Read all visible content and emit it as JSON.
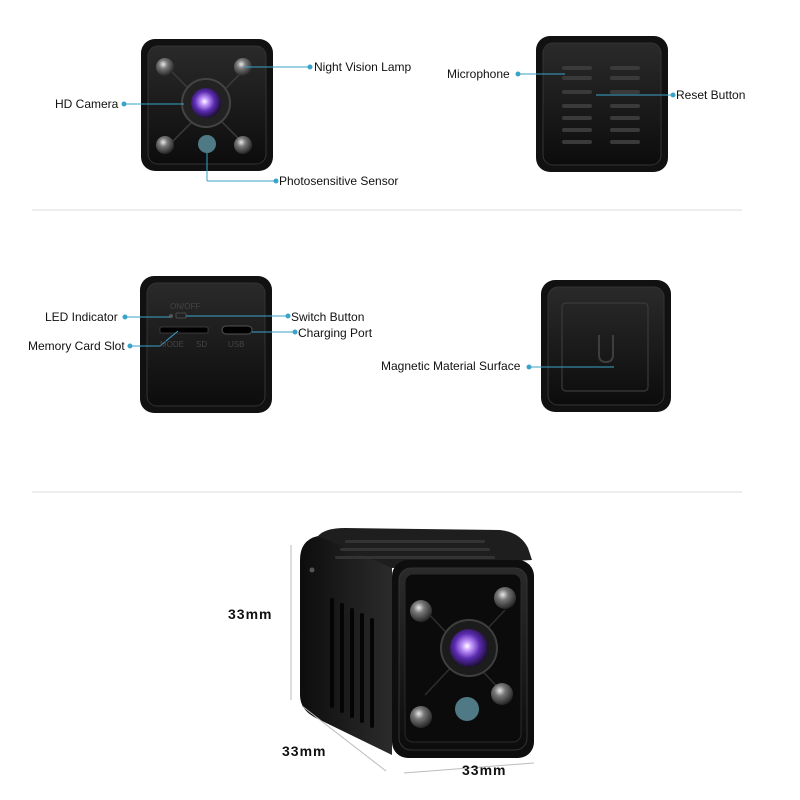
{
  "labels": {
    "hd_camera": "HD Camera",
    "night_vision_lamp": "Night Vision Lamp",
    "photosensitive_sensor": "Photosensitive Sensor",
    "microphone": "Microphone",
    "reset_button": "Reset Button",
    "led_indicator": "LED Indicator",
    "switch_button": "Switch Button",
    "charging_port": "Charging Port",
    "memory_card_slot": "Memory Card Slot",
    "magnetic_surface": "Magnetic Material Surface"
  },
  "port_panel": {
    "on_off": "ON/OFF",
    "mode": "MODE",
    "sd": "SD",
    "usb": "USB"
  },
  "dimensions": {
    "height": "33mm",
    "depth": "33mm",
    "width": "33mm"
  },
  "colors": {
    "callout": "#3aa3c9",
    "body": "#1a1a1a",
    "lens": "#7a3fd0"
  }
}
